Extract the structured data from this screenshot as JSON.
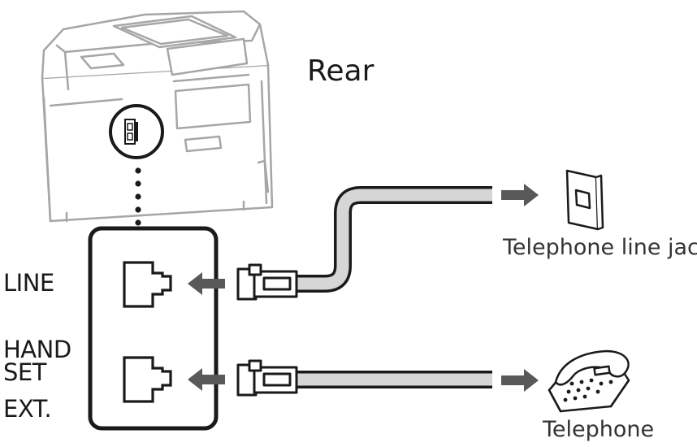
{
  "labels": {
    "rear": "Rear",
    "line": "LINE",
    "handset_line1": "HAND",
    "handset_line2": "SET",
    "ext": "EXT.",
    "telephone_line_jack": "Telephone line jack",
    "telephone": "Telephone"
  },
  "icons": {
    "printer": "printer-icon",
    "line_port": "rj11-port-icon",
    "handset_port": "rj11-port-icon",
    "line_plug": "modular-plug-icon",
    "handset_plug": "modular-plug-icon",
    "wall_jack": "wall-jack-icon",
    "telephone": "telephone-icon"
  },
  "colors": {
    "stroke": "#1a1a1a",
    "printer_stroke": "#a6a6a6",
    "cable_fill": "#d6d6d6",
    "arrow": "#595959"
  }
}
